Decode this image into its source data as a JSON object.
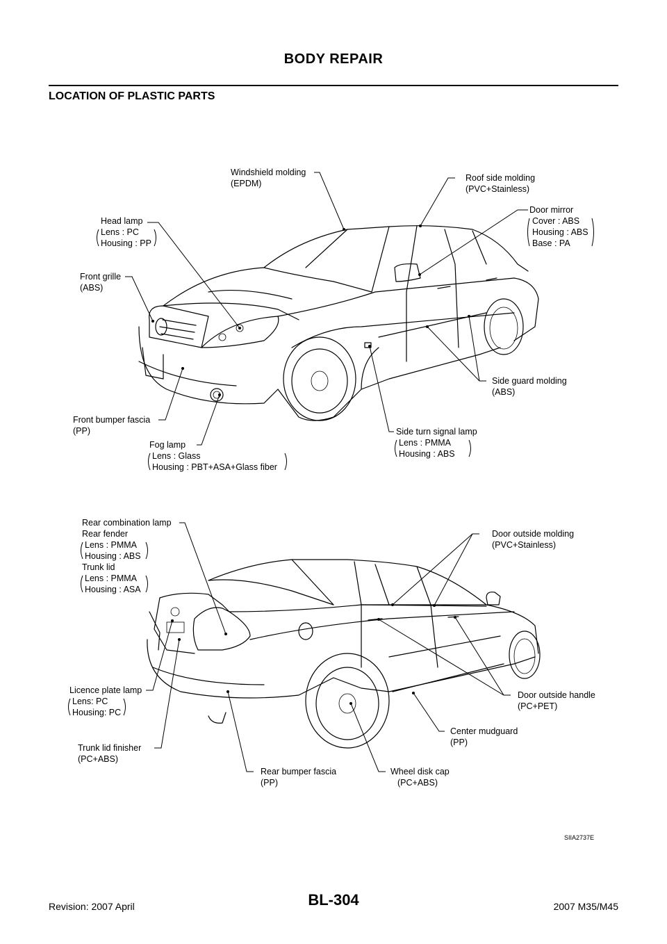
{
  "header": {
    "title": "BODY REPAIR"
  },
  "section": {
    "title": "LOCATION OF PLASTIC PARTS"
  },
  "front_view": {
    "windshield_molding": [
      "Windshield molding",
      "(EPDM)"
    ],
    "roof_side_molding": [
      "Roof side molding",
      "(PVC+Stainless)"
    ],
    "head_lamp": [
      "Head lamp",
      "Lens : PC",
      "Housing : PP"
    ],
    "door_mirror": [
      "Door mirror",
      "Cover : ABS",
      "Housing : ABS",
      "Base : PA"
    ],
    "front_grille": [
      "Front grille",
      "(ABS)"
    ],
    "side_guard_molding": [
      "Side guard molding",
      "(ABS)"
    ],
    "front_bumper_fascia": [
      "Front bumper fascia",
      "(PP)"
    ],
    "side_turn_signal_lamp": [
      "Side turn signal lamp",
      "Lens : PMMA",
      "Housing : ABS"
    ],
    "fog_lamp": [
      "Fog lamp",
      "Lens : Glass",
      "Housing : PBT+ASA+Glass fiber"
    ]
  },
  "rear_view": {
    "rear_combination_lamp": [
      "Rear combination lamp",
      "Rear fender",
      "Lens : PMMA",
      "Housing : ABS",
      "Trunk lid",
      "Lens : PMMA",
      "Housing : ASA"
    ],
    "door_outside_molding": [
      "Door outside molding",
      "(PVC+Stainless)"
    ],
    "licence_plate_lamp": [
      "Licence plate lamp",
      "Lens: PC",
      "Housing: PC"
    ],
    "door_outside_handle": [
      "Door outside handle",
      "(PC+PET)"
    ],
    "trunk_lid_finisher": [
      "Trunk lid finisher",
      "(PC+ABS)"
    ],
    "center_mudguard": [
      "Center mudguard",
      "(PP)"
    ],
    "rear_bumper_fascia": [
      "Rear bumper fascia",
      "(PP)"
    ],
    "wheel_disk_cap": [
      "Wheel disk cap",
      "(PC+ABS)"
    ]
  },
  "figure_code": "SIIA2737E",
  "footer": {
    "revision": "Revision: 2007 April",
    "page": "BL-304",
    "model": "2007 M35/M45"
  }
}
